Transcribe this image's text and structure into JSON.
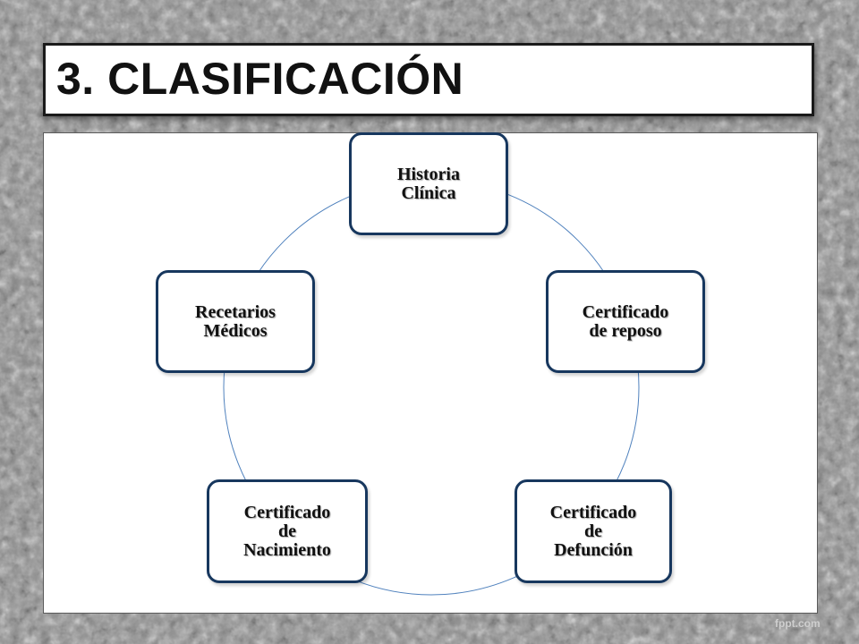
{
  "slide": {
    "title": "3. CLASIFICACIÓN",
    "watermark": "fppt.com"
  },
  "colors": {
    "frame": "#8d8d8d",
    "node_border": "#17375e",
    "cycle_line": "#4f81bd",
    "panel": "#ffffff"
  },
  "diagram": {
    "type": "cycle",
    "nodes": [
      {
        "label": "Historia\nClínica"
      },
      {
        "label": "Certificado\nde reposo"
      },
      {
        "label": "Certificado\nde\nDefunción"
      },
      {
        "label": "Certificado\nde\nNacimiento"
      },
      {
        "label": "Recetarios\nMédicos"
      }
    ]
  }
}
